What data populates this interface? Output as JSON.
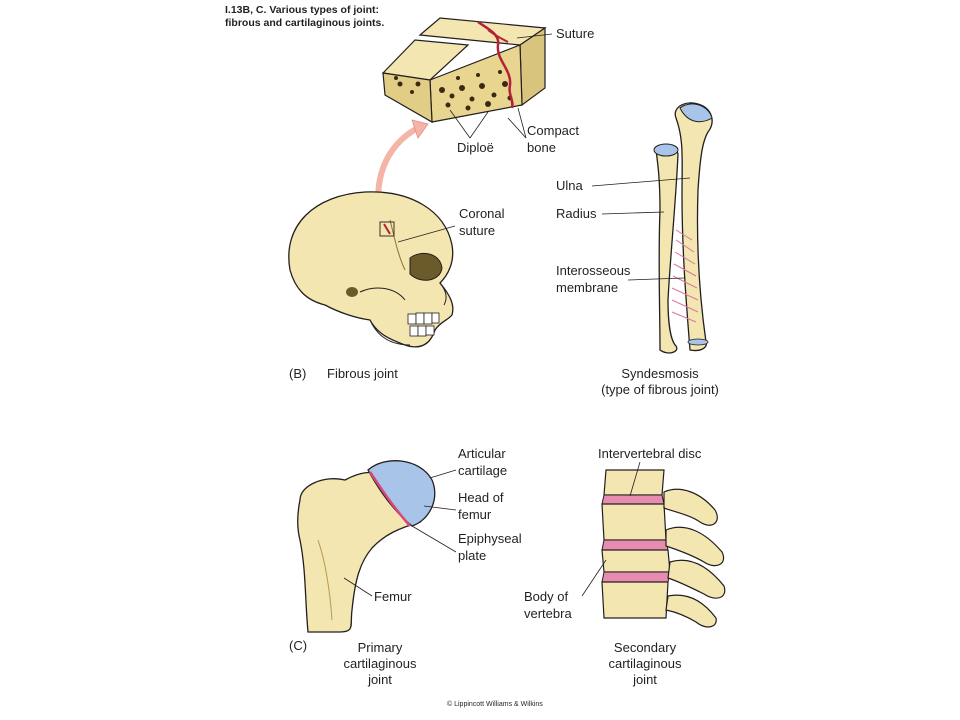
{
  "title": {
    "line1": "I.13B, C. Various types of joint:",
    "line2": "fibrous and cartilaginous joints."
  },
  "labels": {
    "suture": "Suture",
    "compact_bone_1": "Compact",
    "compact_bone_2": "bone",
    "diploe": "Diploë",
    "ulna": "Ulna",
    "radius": "Radius",
    "coronal_suture_1": "Coronal",
    "coronal_suture_2": "suture",
    "interosseous_1": "Interosseous",
    "interosseous_2": "membrane",
    "articular_1": "Articular",
    "articular_2": "cartilage",
    "head_femur_1": "Head of",
    "head_femur_2": "femur",
    "epiphyseal_1": "Epiphyseal",
    "epiphyseal_2": "plate",
    "femur": "Femur",
    "intervertebral_disc": "Intervertebral disc",
    "body_vertebra_1": "Body of",
    "body_vertebra_2": "vertebra"
  },
  "captions": {
    "b_letter": "(B)",
    "fibrous_joint": "Fibrous joint",
    "syndesmosis_1": "Syndesmosis",
    "syndesmosis_2": "(type of fibrous joint)",
    "c_letter": "(C)",
    "primary_1": "Primary",
    "primary_2": "cartilaginous",
    "primary_3": "joint",
    "secondary_1": "Secondary",
    "secondary_2": "cartilaginous",
    "secondary_3": "joint"
  },
  "copyright": "© Lippincott Williams & Wilkins",
  "colors": {
    "bone": "#f3e6b0",
    "bone_shadow": "#d9c47e",
    "cartilage": "#a8c4e8",
    "disc": "#e88bb0",
    "suture_red": "#b3223a",
    "arrow": "#f4b4a8"
  }
}
